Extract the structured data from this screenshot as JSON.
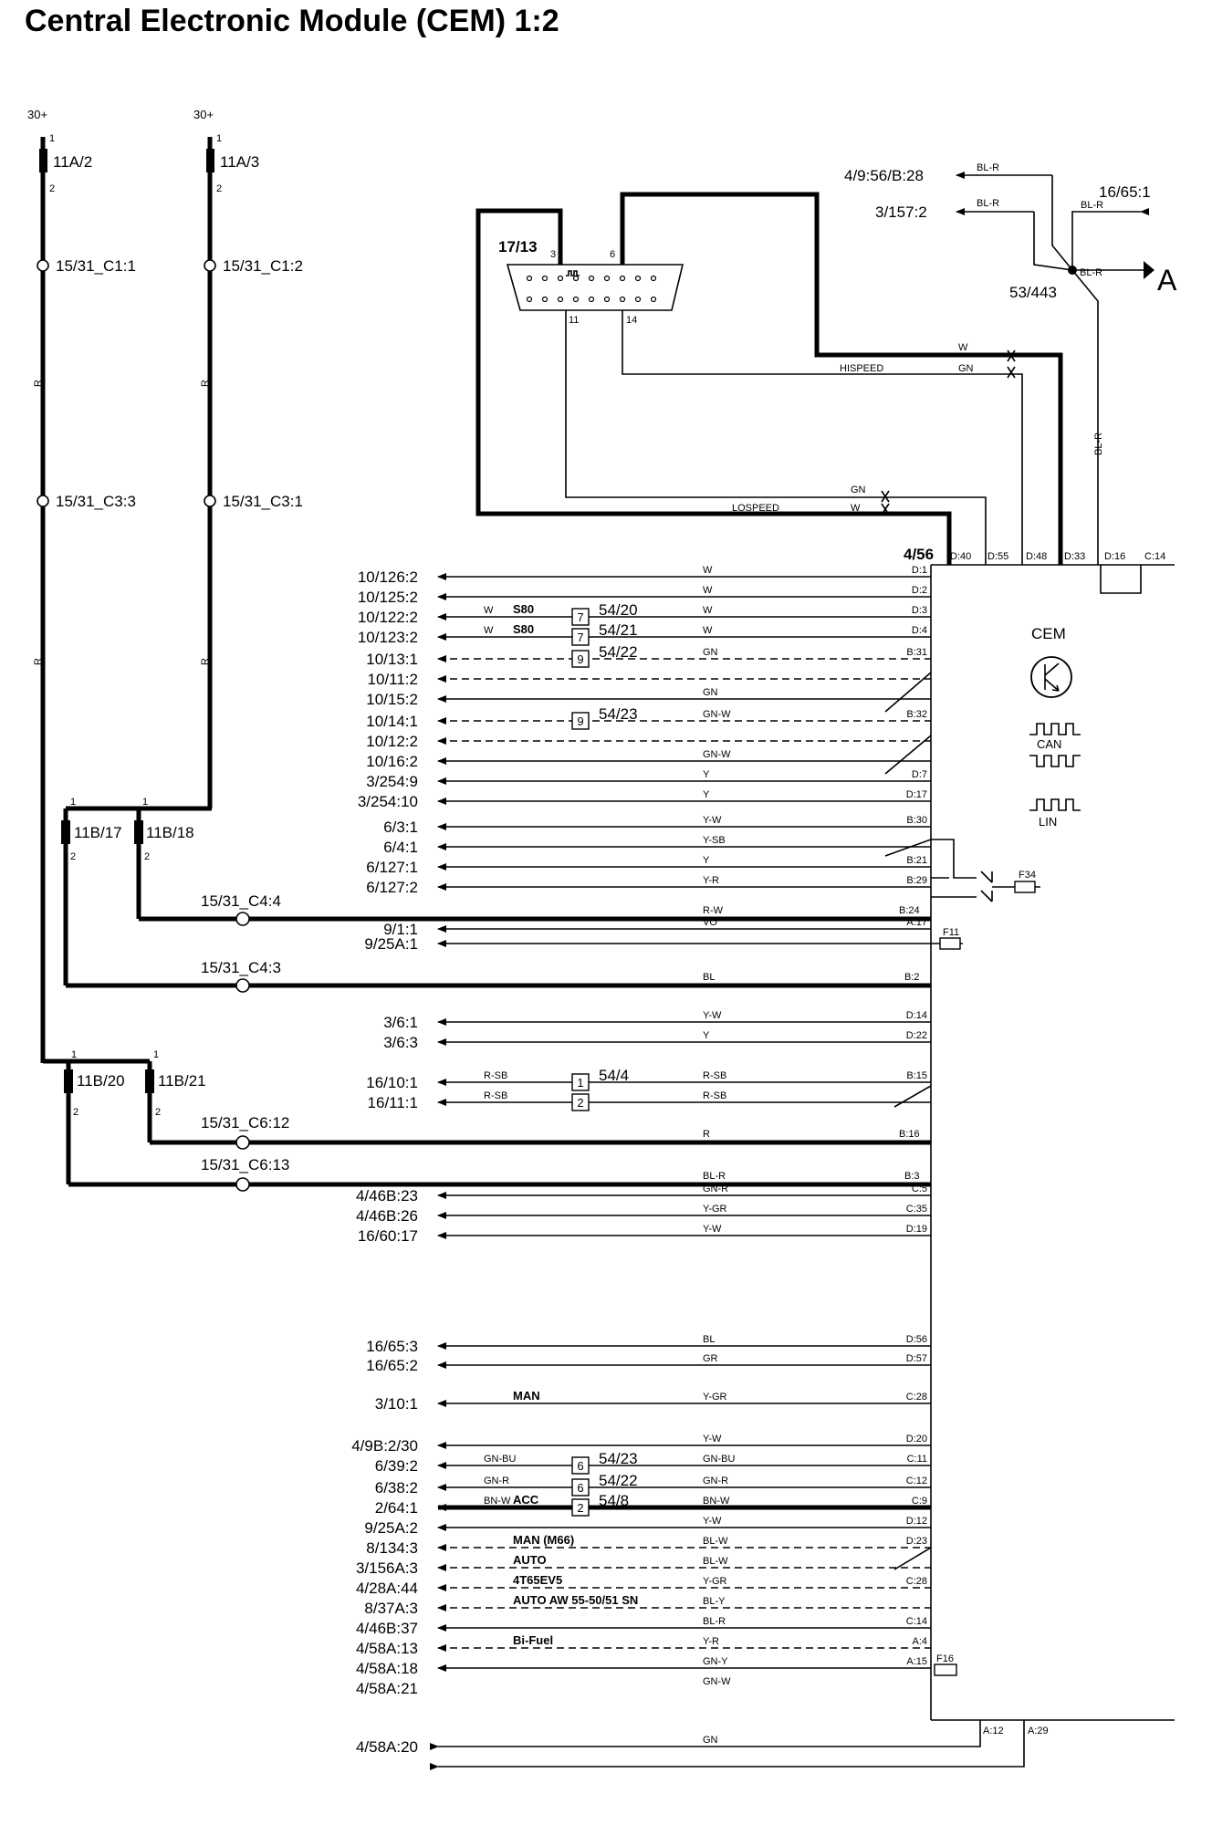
{
  "title": "Central Electronic Module (CEM) 1:2",
  "supplies": [
    {
      "label": "30+",
      "fuse": "11A/2",
      "pin_in": "1",
      "pin_out": "2",
      "connectors": [
        "15/31_C1:1",
        "15/31_C3:3"
      ],
      "wire": "R",
      "splice_label": "11B/20",
      "pins": [
        "1",
        "2"
      ]
    },
    {
      "label": "30+",
      "fuse": "11A/3",
      "pin_in": "1",
      "pin_out": "2",
      "connectors": [
        "15/31_C1:2",
        "15/31_C3:1"
      ],
      "wire": "R",
      "splice_label": "11B/18",
      "pins": [
        "1",
        "2"
      ]
    }
  ],
  "splices": [
    {
      "label": "11B/17",
      "pin_top": "1",
      "pin_bottom": "2"
    },
    {
      "label": "11B/18",
      "pin_top": "1",
      "pin_bottom": "2"
    },
    {
      "label": "11B/20",
      "pin_top": "1",
      "pin_bottom": "2"
    },
    {
      "label": "11B/21",
      "pin_top": "1",
      "pin_bottom": "2"
    }
  ],
  "ground_connectors": [
    {
      "label": "15/31_C4:4",
      "wire": "R-W",
      "pin": "B:24"
    },
    {
      "label": "15/31_C4:3",
      "wire": "BL",
      "pin": "B:2"
    },
    {
      "label": "15/31_C6:12",
      "wire": "R",
      "pin": "B:16"
    },
    {
      "label": "15/31_C6:13",
      "wire": "BL-R",
      "pin": "B:3"
    }
  ],
  "dlc": {
    "label": "17/13",
    "pins": [
      "3",
      "6",
      "11",
      "14"
    ],
    "hispeed": "HISPEED",
    "lospeed": "LOSPEED",
    "hispeed_wires": [
      "W",
      "GN"
    ],
    "lospeed_wires": [
      "GN",
      "W"
    ]
  },
  "top_right": {
    "refs": [
      "4/9:56/B:28",
      "3/157:2",
      "16/65:1"
    ],
    "wires": [
      "BL-R",
      "BL-R",
      "BL-R",
      "BL-R",
      "BL-R"
    ],
    "splice": "53/443",
    "arrow": "A"
  },
  "cem": {
    "module": "4/56",
    "label": "CEM",
    "can": "CAN",
    "lin": "LIN",
    "top_pins": [
      "D:40",
      "D:55",
      "D:48",
      "D:33",
      "D:16",
      "C:14"
    ],
    "bottom_pins": [
      "A:12",
      "A:29"
    ],
    "fuses": [
      "F34",
      "F11",
      "F16"
    ]
  },
  "signals": [
    {
      "ref": "10/126:2",
      "wire": "W",
      "pin": "D:1"
    },
    {
      "ref": "10/125:2",
      "wire": "W",
      "pin": "D:2"
    },
    {
      "ref": "10/122:2",
      "wire": "W",
      "pin": "D:3",
      "pre_wire": "W",
      "note": "S80",
      "conn_num": "7",
      "conn_label": "54/20"
    },
    {
      "ref": "10/123:2",
      "wire": "W",
      "pin": "D:4",
      "pre_wire": "W",
      "note": "S80",
      "conn_num": "7",
      "conn_label": "54/21"
    },
    {
      "ref": "10/13:1",
      "wire": "GN",
      "pin": "B:31",
      "conn_num": "9",
      "conn_label": "54/22"
    },
    {
      "ref": "10/11:2",
      "wire": "",
      "pin": ""
    },
    {
      "ref": "10/15:2",
      "wire": "GN",
      "pin": ""
    },
    {
      "ref": "10/14:1",
      "wire": "GN-W",
      "pin": "B:32",
      "conn_num": "9",
      "conn_label": "54/23"
    },
    {
      "ref": "10/12:2",
      "wire": "",
      "pin": ""
    },
    {
      "ref": "10/16:2",
      "wire": "GN-W",
      "pin": ""
    },
    {
      "ref": "3/254:9",
      "wire": "Y",
      "pin": "D:7"
    },
    {
      "ref": "3/254:10",
      "wire": "Y",
      "pin": "D:17"
    },
    {
      "ref": "6/3:1",
      "wire": "Y-W",
      "pin": "B:30"
    },
    {
      "ref": "6/4:1",
      "wire": "Y-SB",
      "pin": ""
    },
    {
      "ref": "6/127:1",
      "wire": "Y",
      "pin": "B:21"
    },
    {
      "ref": "6/127:2",
      "wire": "Y-R",
      "pin": "B:29"
    },
    {
      "ref": "9/1:1",
      "wire": "VO",
      "pin": "A:17"
    },
    {
      "ref": "9/25A:1",
      "wire": "",
      "pin": ""
    },
    {
      "ref": "3/6:1",
      "wire": "Y-W",
      "pin": "D:14"
    },
    {
      "ref": "3/6:3",
      "wire": "Y",
      "pin": "D:22"
    },
    {
      "ref": "16/10:1",
      "wire": "R-SB",
      "pin": "B:15",
      "pre_wire": "R-SB",
      "conn_num": "1",
      "conn_label": "54/4"
    },
    {
      "ref": "16/11:1",
      "wire": "R-SB",
      "pin": "",
      "pre_wire": "R-SB",
      "conn_num": "2"
    },
    {
      "ref": "4/46B:23",
      "wire": "GN-R",
      "pin": "C:5"
    },
    {
      "ref": "4/46B:26",
      "wire": "Y-GR",
      "pin": "C:35"
    },
    {
      "ref": "16/60:17",
      "wire": "Y-W",
      "pin": "D:19"
    },
    {
      "ref": "16/65:3",
      "wire": "BL",
      "pin": "D:56"
    },
    {
      "ref": "16/65:2",
      "wire": "GR",
      "pin": "D:57"
    },
    {
      "ref": "3/10:1",
      "wire": "Y-GR",
      "pin": "C:28",
      "note": "MAN"
    },
    {
      "ref": "4/9B:2/30",
      "wire": "Y-W",
      "pin": "D:20"
    },
    {
      "ref": "6/39:2",
      "wire": "GN-BU",
      "pin": "C:11",
      "pre_wire": "GN-BU",
      "conn_num": "6",
      "conn_label": "54/23"
    },
    {
      "ref": "6/38:2",
      "wire": "GN-R",
      "pin": "C:12",
      "pre_wire": "GN-R",
      "conn_num": "6",
      "conn_label": "54/22"
    },
    {
      "ref": "2/64:1",
      "wire": "BN-W",
      "pin": "C:9",
      "pre_wire": "BN-W",
      "note": "ACC",
      "conn_num": "2",
      "conn_label": "54/8"
    },
    {
      "ref": "9/25A:2",
      "wire": "Y-W",
      "pin": "D:12"
    },
    {
      "ref": "8/134:3",
      "wire": "BL-W",
      "pin": "D:23",
      "note": "MAN (M66)"
    },
    {
      "ref": "3/156A:3",
      "wire": "BL-W",
      "pin": "",
      "note": "AUTO"
    },
    {
      "ref": "4/28A:44",
      "wire": "Y-GR",
      "pin": "C:28",
      "note": "4T65EV5"
    },
    {
      "ref": "8/37A:3",
      "wire": "BL-Y",
      "pin": "",
      "note": "AUTO AW 55-50/51 SN"
    },
    {
      "ref": "4/46B:37",
      "wire": "BL-R",
      "pin": "C:14"
    },
    {
      "ref": "4/58A:13",
      "wire": "Y-R",
      "pin": "A:4",
      "note": "Bi-Fuel"
    },
    {
      "ref": "4/58A:18",
      "wire": "GN-Y",
      "pin": "A:15"
    },
    {
      "ref": "4/58A:21",
      "wire": "GN-W",
      "pin": ""
    },
    {
      "ref": "4/58A:20",
      "wire": "GN",
      "pin": ""
    }
  ]
}
